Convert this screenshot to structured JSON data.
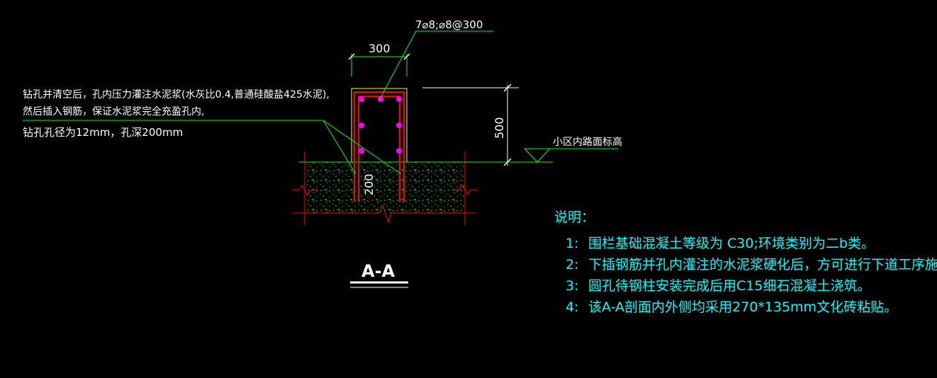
{
  "drawing": {
    "rebar_callout": "7⌀8;⌀8@300",
    "width_dim": "300",
    "height_dim": "500",
    "depth_dim": "200",
    "left_annotation": {
      "line1": "钻孔并清空后，孔内压力灌注水泥浆(水灰比0.4,普通硅酸盐425水泥),",
      "line2": "然后插入钢筋，保证水泥浆完全充盈孔内,",
      "line3": "钻孔孔径为12mm，孔深200mm"
    },
    "elevation_label": "小区内路面标高",
    "section_label": "A-A"
  },
  "notes": {
    "title": "说明：",
    "items": [
      {
        "num": "1:",
        "text": "围栏基础混凝土等级为 C30;环境类别为二b类。"
      },
      {
        "num": "2:",
        "text": "下插钢筋并孔内灌注的水泥浆硬化后，方可进行下道工序施工。"
      },
      {
        "num": "3:",
        "text": "圆孔待钢柱安装完成后用C15细石混凝土浇筑。"
      },
      {
        "num": "4:",
        "text": "该A-A剖面内外侧均采用270*135mm文化砖粘贴。"
      }
    ]
  },
  "colors": {
    "background": "#000000",
    "green": "#00ff00",
    "red": "#ff0000",
    "magenta": "#ff00ff",
    "cyan": "#00ffff",
    "white": "#ffffff",
    "yellow": "#ffff00"
  }
}
